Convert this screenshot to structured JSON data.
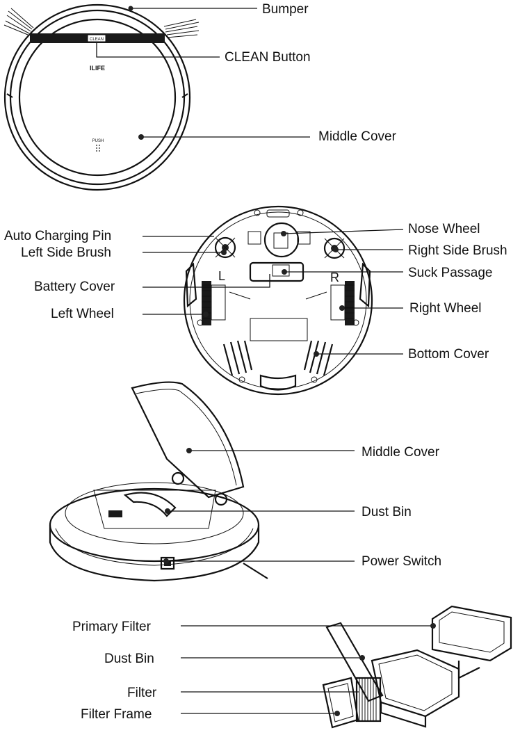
{
  "panel1": {
    "labels": {
      "bumper": "Bumper",
      "clean_button": "CLEAN Button",
      "middle_cover": "Middle Cover"
    },
    "device_text": {
      "clean": "CLEAN",
      "brand": "ILIFE",
      "push": "PUSH"
    }
  },
  "panel2": {
    "labels": {
      "auto_charging_pin": "Auto Charging Pin",
      "left_side_brush": "Left Side Brush",
      "battery_cover": "Battery Cover",
      "left_wheel": "Left Wheel",
      "nose_wheel": "Nose Wheel",
      "right_side_brush": "Right Side Brush",
      "suck_passage": "Suck Passage",
      "right_wheel": "Right Wheel",
      "bottom_cover": "Bottom Cover"
    },
    "device_text": {
      "left_mark": "L",
      "right_mark": "R"
    }
  },
  "panel3": {
    "labels": {
      "middle_cover": "Middle Cover",
      "dust_bin": "Dust Bin",
      "power_switch": "Power Switch"
    }
  },
  "panel4": {
    "labels": {
      "primary_filter": "Primary Filter",
      "dust_bin": "Dust Bin",
      "filter": "Filter",
      "filter_frame": "Filter Frame"
    }
  }
}
